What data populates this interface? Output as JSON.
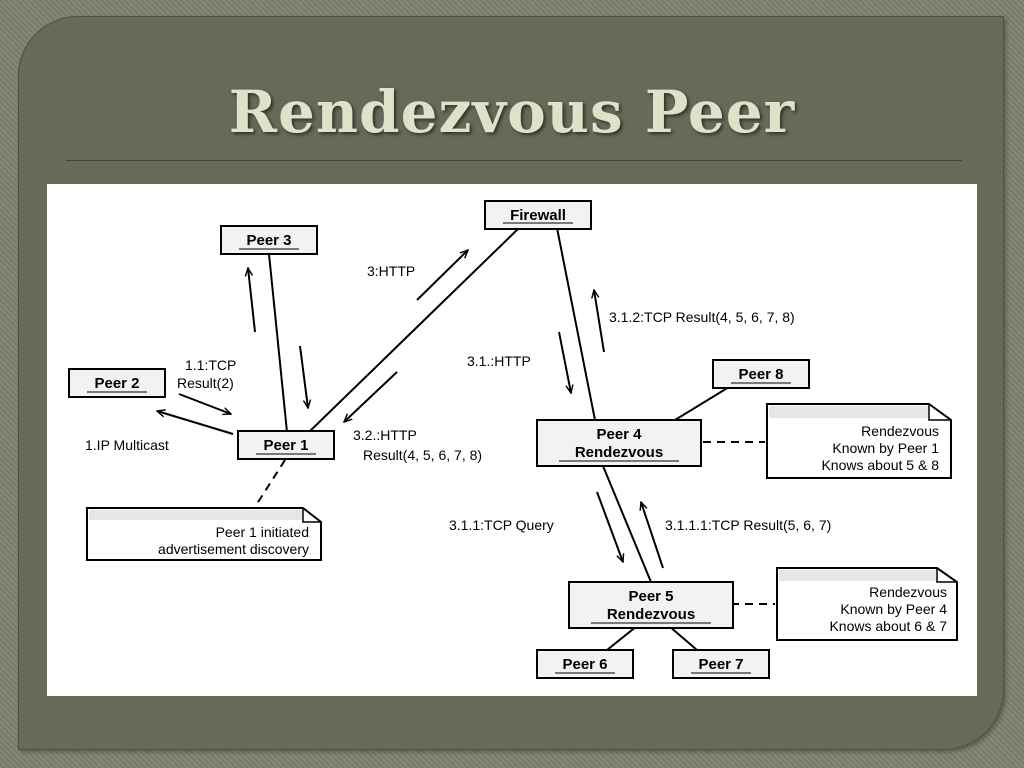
{
  "slide": {
    "title": "Rendezvous Peer"
  },
  "nodes": {
    "firewall": "Firewall",
    "peer1": "Peer 1",
    "peer2": "Peer 2",
    "peer3": "Peer 3",
    "peer4_line1": "Peer 4",
    "peer4_line2": "Rendezvous",
    "peer5_line1": "Peer 5",
    "peer5_line2": "Rendezvous",
    "peer6": "Peer 6",
    "peer7": "Peer 7",
    "peer8": "Peer 8"
  },
  "labels": {
    "http": "3:HTTP",
    "tcp_result2_line1": "1.1:TCP",
    "tcp_result2_line2": "Result(2)",
    "ip_multicast": "1.IP Multicast",
    "http_result_line1": "3.2.:HTTP",
    "http_result_line2": "Result(4, 5, 6, 7, 8)",
    "http31": "3.1.:HTTP",
    "tcp_result312": "3.1.2:TCP Result(4, 5, 6, 7, 8)",
    "tcp_query": "3.1.1:TCP Query",
    "tcp_result3111": "3.1.1.1:TCP Result(5, 6, 7)"
  },
  "notes": {
    "peer1_note": [
      "Peer 1 initiated",
      "advertisement discovery"
    ],
    "peer4_note": [
      "Rendezvous",
      "Known by Peer 1",
      "Knows about 5 & 8"
    ],
    "peer5_note": [
      "Rendezvous",
      "Known by Peer 4",
      "Knows about 6 & 7"
    ]
  }
}
